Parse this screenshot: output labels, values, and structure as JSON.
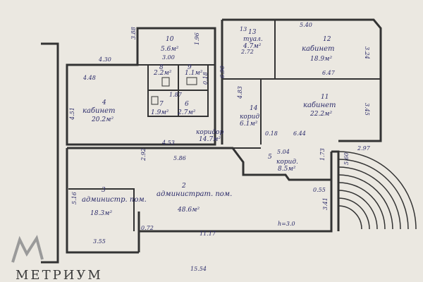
{
  "rooms": [
    {
      "number": "10",
      "area": "5.6м²"
    },
    {
      "number": "13",
      "name": "туал.",
      "area": "4.7м²"
    },
    {
      "number": "12",
      "name": "кабинет",
      "area": "18.9м²"
    },
    {
      "number": "8",
      "area": "2.2м²"
    },
    {
      "number": "9",
      "area": "1.1м²"
    },
    {
      "number": "7",
      "area": "1.9м²"
    },
    {
      "number": "6",
      "area": "2.7м²"
    },
    {
      "number": "4",
      "name": "кабинет",
      "area": "20.2м²"
    },
    {
      "number": "11",
      "name": "кабинет",
      "area": "22.2м²"
    },
    {
      "number": "14",
      "name": "корид",
      "area": "6.1м²"
    },
    {
      "name": "коридор",
      "area": "14.7м²"
    },
    {
      "number": "5",
      "name": "корид.",
      "area": "8.5м²"
    },
    {
      "number": "2",
      "name": "администрат. пом.",
      "area": "48.6м²"
    },
    {
      "number": "3",
      "name": "администр. пом.",
      "area": "18.3м²"
    }
  ],
  "dimensions": [
    "5.40",
    "3.88",
    "4.30",
    "3.00",
    "1.96",
    "13",
    "2.72",
    "3.24",
    "4.48",
    "1.87",
    "0.18",
    "6.90",
    "6.47",
    "4.51",
    "4.83",
    "3.45",
    "0.18",
    "6.44",
    "4.53",
    "2.92",
    "5.86",
    "5.04",
    "1.73",
    "2.97",
    "5.60",
    "0.55",
    "5.16",
    "3.41",
    "0.72",
    "11.17",
    "h=3.0",
    "3.55",
    "15.54"
  ],
  "watermark": "МЕТРИУМ"
}
